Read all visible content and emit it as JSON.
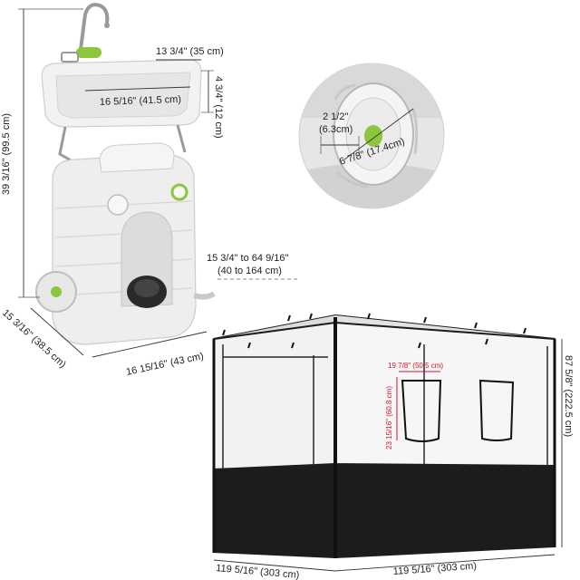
{
  "colors": {
    "accent": "#8cc63f",
    "dimension_red": "#d8102a",
    "tank_white": "#eeeeee",
    "enclosure_black": "#1c1c1c"
  },
  "sink_station": {
    "height_label": "39 3/16\" (99.5 cm)",
    "basin_length_label": "16 5/16\" (41.5 cm)",
    "basin_width_label": "13 3/4\" (35 cm)",
    "basin_depth_label": "4 3/4\" (12 cm)",
    "base_depth_label": "15 3/16\" (38.5 cm)",
    "base_width_label": "16 15/16\" (43 cm)",
    "hose_length_label_line1": "15 3/4\" to 64 9/16\"",
    "hose_length_label_line2": "(40 to 164 cm)"
  },
  "wheel_detail": {
    "wheel_width_label_line1": "2 1/2\"",
    "wheel_width_label_line2": "(6.3cm)",
    "wheel_diameter_label": "6 7/8\" (17.4cm)"
  },
  "enclosure": {
    "window_width_label": "19 7/8\" (50.5 cm)",
    "window_height_label": "23 15/16\" (60.8 cm)",
    "height_label": "87 5/8\" (222.5 cm)",
    "depth_label": "119 5/16\" (303 cm)",
    "width_label": "119 5/16\" (303 cm)"
  }
}
